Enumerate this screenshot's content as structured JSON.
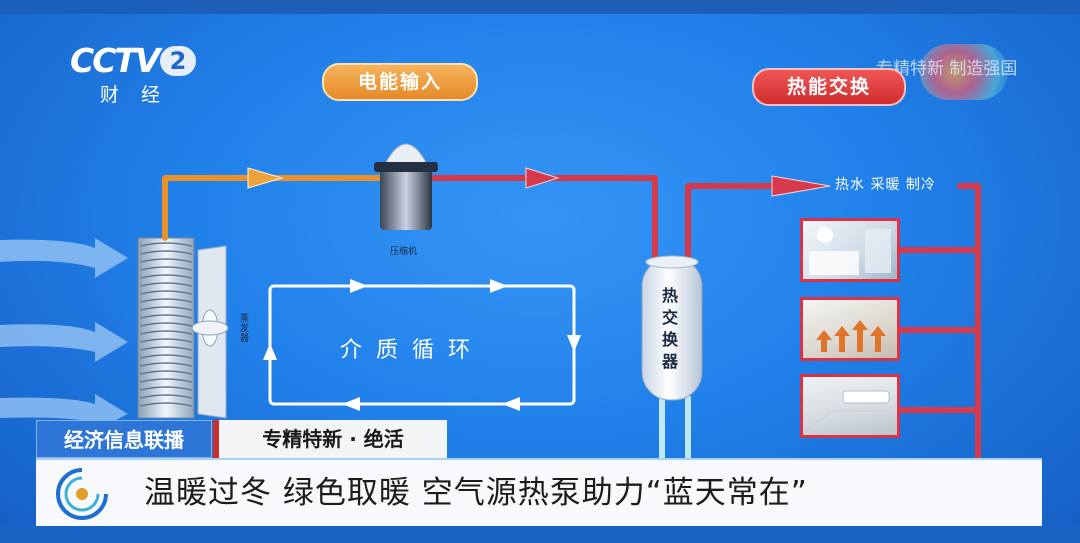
{
  "channel": {
    "logo_text": "CCTV",
    "channel_number": "2",
    "channel_name": "财 经",
    "watermark": "专精特新 制造强国"
  },
  "diagram": {
    "label_power_input": "电能输入",
    "label_heat_exchange": "热能交换",
    "label_compressor": "压缩机",
    "label_evaporator": "蒸发器",
    "label_loop": "介质循环",
    "label_exchanger": "热交换器",
    "label_output": "热水 采暖 制冷"
  },
  "ticker": {
    "program_tag": "经济信息联播",
    "segment_tag": "专精特新 · 绝活",
    "headline": "温暖过冬 绿色取暖 空气源热泵助力“蓝天常在”"
  },
  "colors": {
    "background": "#2181ea",
    "warm_pipe": "#e8922c",
    "hot_pipe": "#d63a4a",
    "cool_pipe": "#ffffff",
    "accent_red": "#c9302c"
  }
}
